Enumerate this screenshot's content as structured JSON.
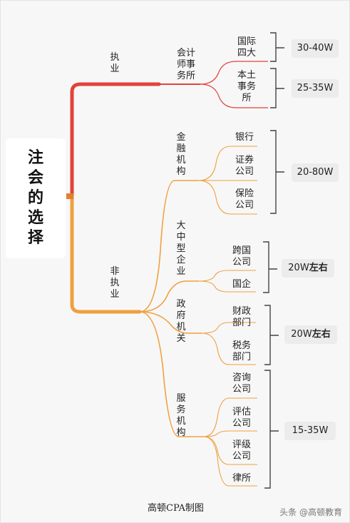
{
  "root": {
    "label": "注\n会\n的\n选\n择"
  },
  "branches": {
    "zhiye": {
      "label": "执\n业",
      "group": "会计\n师事\n务所",
      "leaves": [
        "国际\n四大",
        "本土\n事务\n所"
      ],
      "salaries": [
        "30-40W",
        "25-35W"
      ]
    },
    "feizhiye": {
      "label": "非\n执\n业",
      "groups": [
        {
          "name": "金\n融\n机\n构",
          "leaves": [
            "银行",
            "证券\n公司",
            "保险\n公司"
          ],
          "salary": "20-80W",
          "salary_suffix": ""
        },
        {
          "name": "大\n中\n型\n企\n业",
          "leaves": [
            "跨国\n公司",
            "国企"
          ],
          "salary": "20W",
          "salary_suffix": "左右"
        },
        {
          "name": "政\n府\n机\n关",
          "leaves": [
            "财政\n部门",
            "税务\n部门"
          ],
          "salary": "20W",
          "salary_suffix": "左右"
        },
        {
          "name": "服\n务\n机\n构",
          "leaves": [
            "咨询\n公司",
            "评估\n公司",
            "评级\n公司",
            "律所"
          ],
          "salary": "15-35W",
          "salary_suffix": ""
        }
      ]
    }
  },
  "footer": "高顿CPA制图",
  "watermark": "头条 @高顿教育",
  "colors": {
    "red": "#e0433a",
    "orange": "#f0a040",
    "bracket": "#444444",
    "salary_bg": "#ececec"
  }
}
